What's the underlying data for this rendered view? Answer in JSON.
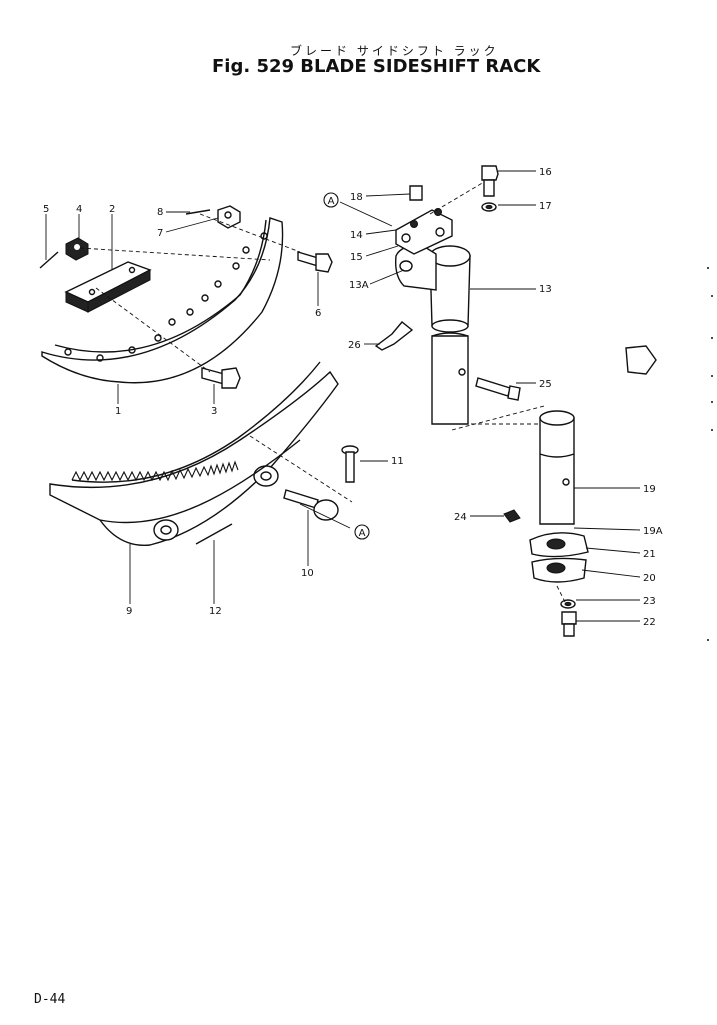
{
  "title": {
    "japanese": "ブレード サイドシフト ラック",
    "main": "Fig. 529 BLADE SIDESHIFT RACK"
  },
  "page_number": "D-44",
  "callout": "A",
  "parts": [
    {
      "ref": "1"
    },
    {
      "ref": "2"
    },
    {
      "ref": "3"
    },
    {
      "ref": "4"
    },
    {
      "ref": "5"
    },
    {
      "ref": "6"
    },
    {
      "ref": "7"
    },
    {
      "ref": "8"
    },
    {
      "ref": "9"
    },
    {
      "ref": "10"
    },
    {
      "ref": "11"
    },
    {
      "ref": "12"
    },
    {
      "ref": "13"
    },
    {
      "ref": "13A"
    },
    {
      "ref": "14"
    },
    {
      "ref": "15"
    },
    {
      "ref": "16"
    },
    {
      "ref": "17"
    },
    {
      "ref": "18"
    },
    {
      "ref": "19"
    },
    {
      "ref": "19A"
    },
    {
      "ref": "20"
    },
    {
      "ref": "21"
    },
    {
      "ref": "22"
    },
    {
      "ref": "23"
    },
    {
      "ref": "24"
    },
    {
      "ref": "25"
    },
    {
      "ref": "26"
    }
  ]
}
